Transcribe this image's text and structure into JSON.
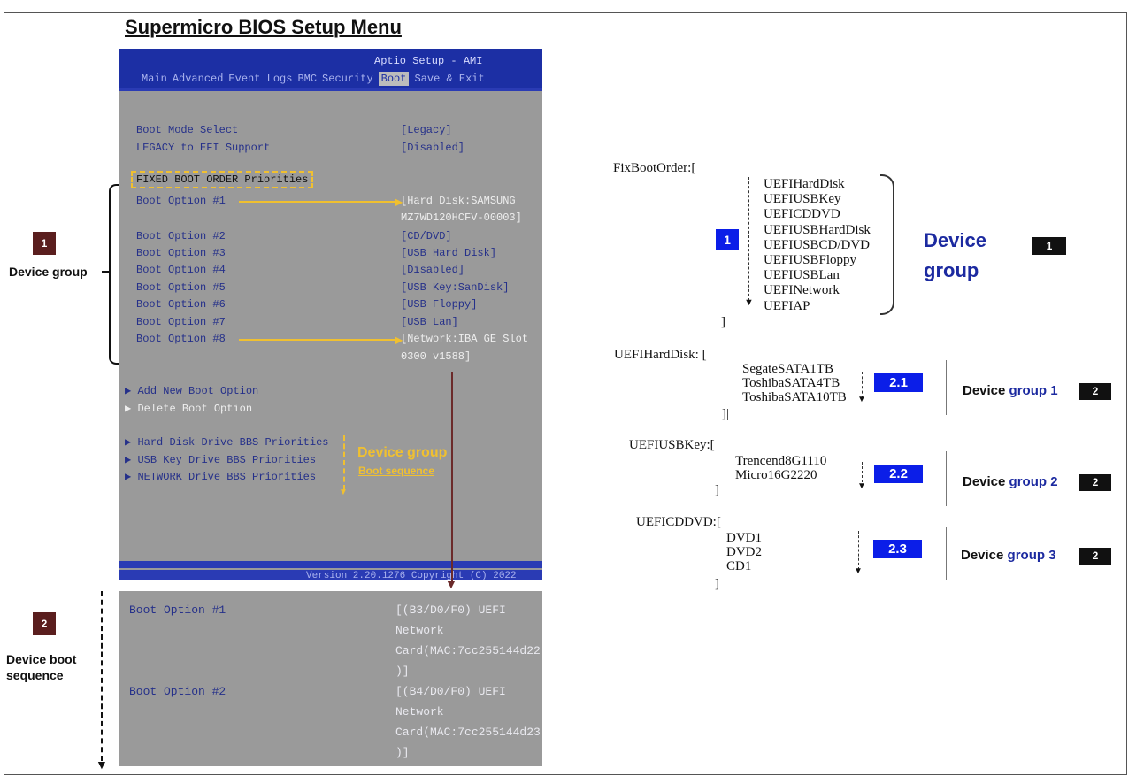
{
  "title": "Supermicro BIOS Setup Menu",
  "bios": {
    "header": "Aptio Setup - AMI",
    "tabs": [
      "Main",
      "Advanced",
      "Event Logs",
      "BMC",
      "Security",
      "Boot",
      "Save & Exit"
    ],
    "active_tab": "Boot",
    "settings": [
      {
        "label": "Boot Mode Select",
        "value": "[Legacy]"
      },
      {
        "label": "LEGACY to EFI Support",
        "value": "[Disabled]"
      }
    ],
    "fixed_header": "FIXED BOOT ORDER Priorities",
    "boot_options": [
      {
        "label": "Boot Option #1",
        "value": "[Hard Disk:SAMSUNG",
        "value2": "MZ7WD120HCFV-00003]"
      },
      {
        "label": "Boot Option #2",
        "value": "[CD/DVD]"
      },
      {
        "label": "Boot Option #3",
        "value": "[USB Hard Disk]"
      },
      {
        "label": "Boot Option #4",
        "value": "[Disabled]"
      },
      {
        "label": "Boot Option #5",
        "value": "[USB Key:SanDisk]"
      },
      {
        "label": "Boot Option #6",
        "value": "[USB Floppy]"
      },
      {
        "label": "Boot Option #7",
        "value": "[USB Lan]"
      },
      {
        "label": "Boot Option #8",
        "value": "[Network:IBA GE Slot",
        "value2": "0300 v1588]"
      }
    ],
    "add_option": "Add New Boot Option",
    "delete_option": "Delete Boot Option",
    "bbs": [
      "Hard Disk Drive BBS Priorities",
      "USB Key Drive BBS Priorities",
      "NETWORK Drive BBS Priorities"
    ],
    "overlay_device_group": "Device group",
    "overlay_boot_sequence": "Boot sequence",
    "footer": "Version 2.20.1276 Copyright (C) 2022"
  },
  "bios2": {
    "options": [
      {
        "label": "Boot Option #1",
        "lines": [
          "[(B3/D0/F0) UEFI",
          "Network",
          "Card(MAC:7cc255144d22",
          ")]"
        ]
      },
      {
        "label": "Boot Option #2",
        "lines": [
          "[(B4/D0/F0) UEFI",
          "Network",
          "Card(MAC:7cc255144d23",
          ")]"
        ]
      }
    ]
  },
  "left": {
    "marker1": "1",
    "device_group_label": "Device group",
    "marker2": "2",
    "device_boot_label1": "Device boot",
    "device_boot_label2": "sequence"
  },
  "right": {
    "fixbootorder_label": "FixBootOrder:[",
    "fixbootorder_items": [
      "UEFIHardDisk",
      "UEFIUSBKey",
      "UEFICDDVD",
      "UEFIUSBHardDisk",
      "UEFIUSBCD/DVD",
      "UEFIUSBFloppy",
      "UEFIUSBLan",
      "UEFINetwork",
      "UEFIAP"
    ],
    "close_bracket": "]",
    "marker1": "1",
    "device_word": "Device",
    "group_word": "group",
    "black1": "1",
    "groups": [
      {
        "label": "UEFIHardDisk: [",
        "items": [
          "SegateSATA1TB",
          "ToshibaSATA4TB",
          "ToshibaSATA10TB"
        ],
        "close": "]|",
        "marker": "2.1",
        "device": "Device",
        "group": "group 1",
        "black": "2"
      },
      {
        "label": "UEFIUSBKey:[",
        "items": [
          "Trencend8G1110",
          "Micro16G2220"
        ],
        "close": "]",
        "marker": "2.2",
        "device": "Device",
        "group": "group 2",
        "black": "2"
      },
      {
        "label": "UEFICDDVD:[",
        "items": [
          "DVD1",
          "DVD2",
          "CD1"
        ],
        "close": "]",
        "marker": "2.3",
        "device": "Device",
        "group": "group 3",
        "black": "2"
      }
    ]
  }
}
